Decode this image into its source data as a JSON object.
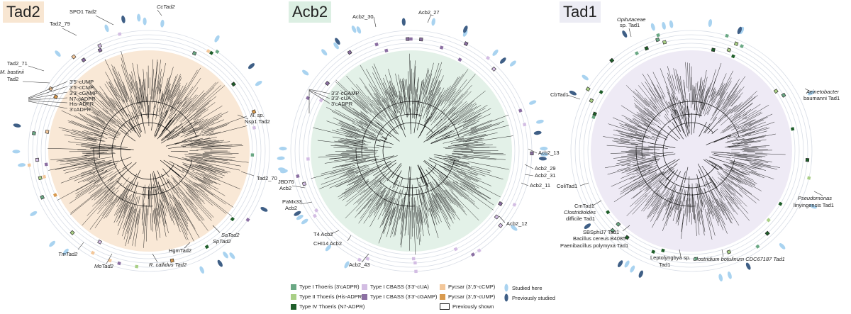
{
  "panels": [
    {
      "id": "tad2",
      "title": "Tad2",
      "title_bg": "#f8e6d2",
      "circle_fill": "#f9e8d6",
      "labels": [
        {
          "text": "SPO1 Tad2"
        },
        {
          "text": "CcTad2",
          "italic_part": "Cc"
        },
        {
          "text": "Tad2_79"
        },
        {
          "text": "Tad2_71"
        },
        {
          "text": "M. bastinii",
          "italic": true
        },
        {
          "text": "Tad2"
        },
        {
          "text": "3'5'-cUMP"
        },
        {
          "text": "3'5'-cCMP"
        },
        {
          "text": "3'3'-cGAMP"
        },
        {
          "text": "N7-cADPR"
        },
        {
          "text": "His-ADPR"
        },
        {
          "text": "3'cADPR"
        },
        {
          "text": "N. sp.",
          "italic_part": "N."
        },
        {
          "text": "Nsp1 Tad2"
        },
        {
          "text": "Tad2_70"
        },
        {
          "text": "SaTad2",
          "italic_part": "Sa"
        },
        {
          "text": "SpTad2",
          "italic_part": "Sp"
        },
        {
          "text": "HgmTad2"
        },
        {
          "text": "TmTad2",
          "italic_part": "Tm"
        },
        {
          "text": "MoTad2",
          "italic_part": "Mo"
        },
        {
          "text": "R. callidus Tad2",
          "italic_part": "R. callidus"
        }
      ]
    },
    {
      "id": "acb2",
      "title": "Acb2",
      "title_bg": "#dcefe3",
      "circle_fill": "#e3f1e8",
      "labels": [
        {
          "text": "Acb2_30"
        },
        {
          "text": "Acb2_27"
        },
        {
          "text": "3'3'-cGAMP"
        },
        {
          "text": "3'3'-cUA"
        },
        {
          "text": "3'cADPR"
        },
        {
          "text": "Acb2_13"
        },
        {
          "text": "Acb2_29"
        },
        {
          "text": "Acb2_31"
        },
        {
          "text": "Acb2_11"
        },
        {
          "text": "JBD76"
        },
        {
          "text": "Acb2"
        },
        {
          "text": "PaMx33"
        },
        {
          "text": "Acb2"
        },
        {
          "text": "T4 Acb2"
        },
        {
          "text": "CHI14 Acb2"
        },
        {
          "text": "Acb2_12"
        },
        {
          "text": "Acb2_43"
        }
      ]
    },
    {
      "id": "tad1",
      "title": "Tad1",
      "title_bg": "#ececf4",
      "circle_fill": "#eeeaf5",
      "labels": [
        {
          "text": "Opitutaceae",
          "italic": true
        },
        {
          "text": "sp. Tad1"
        },
        {
          "text": "CbTad1",
          "italic_part": "Cb"
        },
        {
          "text": "Acinetobacter",
          "italic": true
        },
        {
          "text": "baumanni Tad1",
          "italic_part": "baumanni"
        },
        {
          "text": "ColiTad1"
        },
        {
          "text": "CmTad1",
          "italic_part": "Cm"
        },
        {
          "text": "Clostridioides",
          "italic": true
        },
        {
          "text": "difficile Tad1",
          "italic_part": "difficile"
        },
        {
          "text": "Pseudomonas",
          "italic": true
        },
        {
          "text": "linyingensis Tad1",
          "italic_part": "linyingensis"
        },
        {
          "text": "SBSphiJ7 Tad1"
        },
        {
          "text": "Bacillus cereus B4085",
          "italic_part": "Bacillus cereus"
        },
        {
          "text": "Paenibacillus polymyxa Tad1",
          "italic_part": "Paenibacillus polymyxa"
        },
        {
          "text": "Leptolyngbya sp.",
          "italic_part": "Leptolyngbya"
        },
        {
          "text": "Tad1"
        },
        {
          "text": "Clostridium botulinum CDC67187 Tad1",
          "italic_part": "Clostridium botulinum CDC67187"
        }
      ]
    }
  ],
  "legend": {
    "items": [
      {
        "label": "Type I Thoeris (3'cADPR)",
        "color": "#6aa884"
      },
      {
        "label": "Type II Thoeris (His-ADPR)",
        "color": "#a9cf86"
      },
      {
        "label": "Type IV Thoeris (N7-ADPR)",
        "color": "#1f5e2a"
      },
      {
        "label": "Type I CBASS (3'3'-cUA)",
        "color": "#d3bde3"
      },
      {
        "label": "Type I CBASS (3'3'-cGAMP)",
        "color": "#8b6fa2"
      },
      {
        "label": "Pycsar (3',5'-cCMP)",
        "color": "#f3c79a"
      },
      {
        "label": "Pycsar (3',5'-cUMP)",
        "color": "#d99a4e"
      },
      {
        "label": "Studied here",
        "color": "#a9d3f0"
      },
      {
        "label": "Previously studied",
        "color": "#3f5f86"
      },
      {
        "label": "Previously shown",
        "color": "#ffffff"
      }
    ]
  },
  "colors": {
    "ring": "#d8dde6",
    "tree": "#111111",
    "leaf_light": "#a9d3f0",
    "leaf_dark": "#3f5f86"
  }
}
